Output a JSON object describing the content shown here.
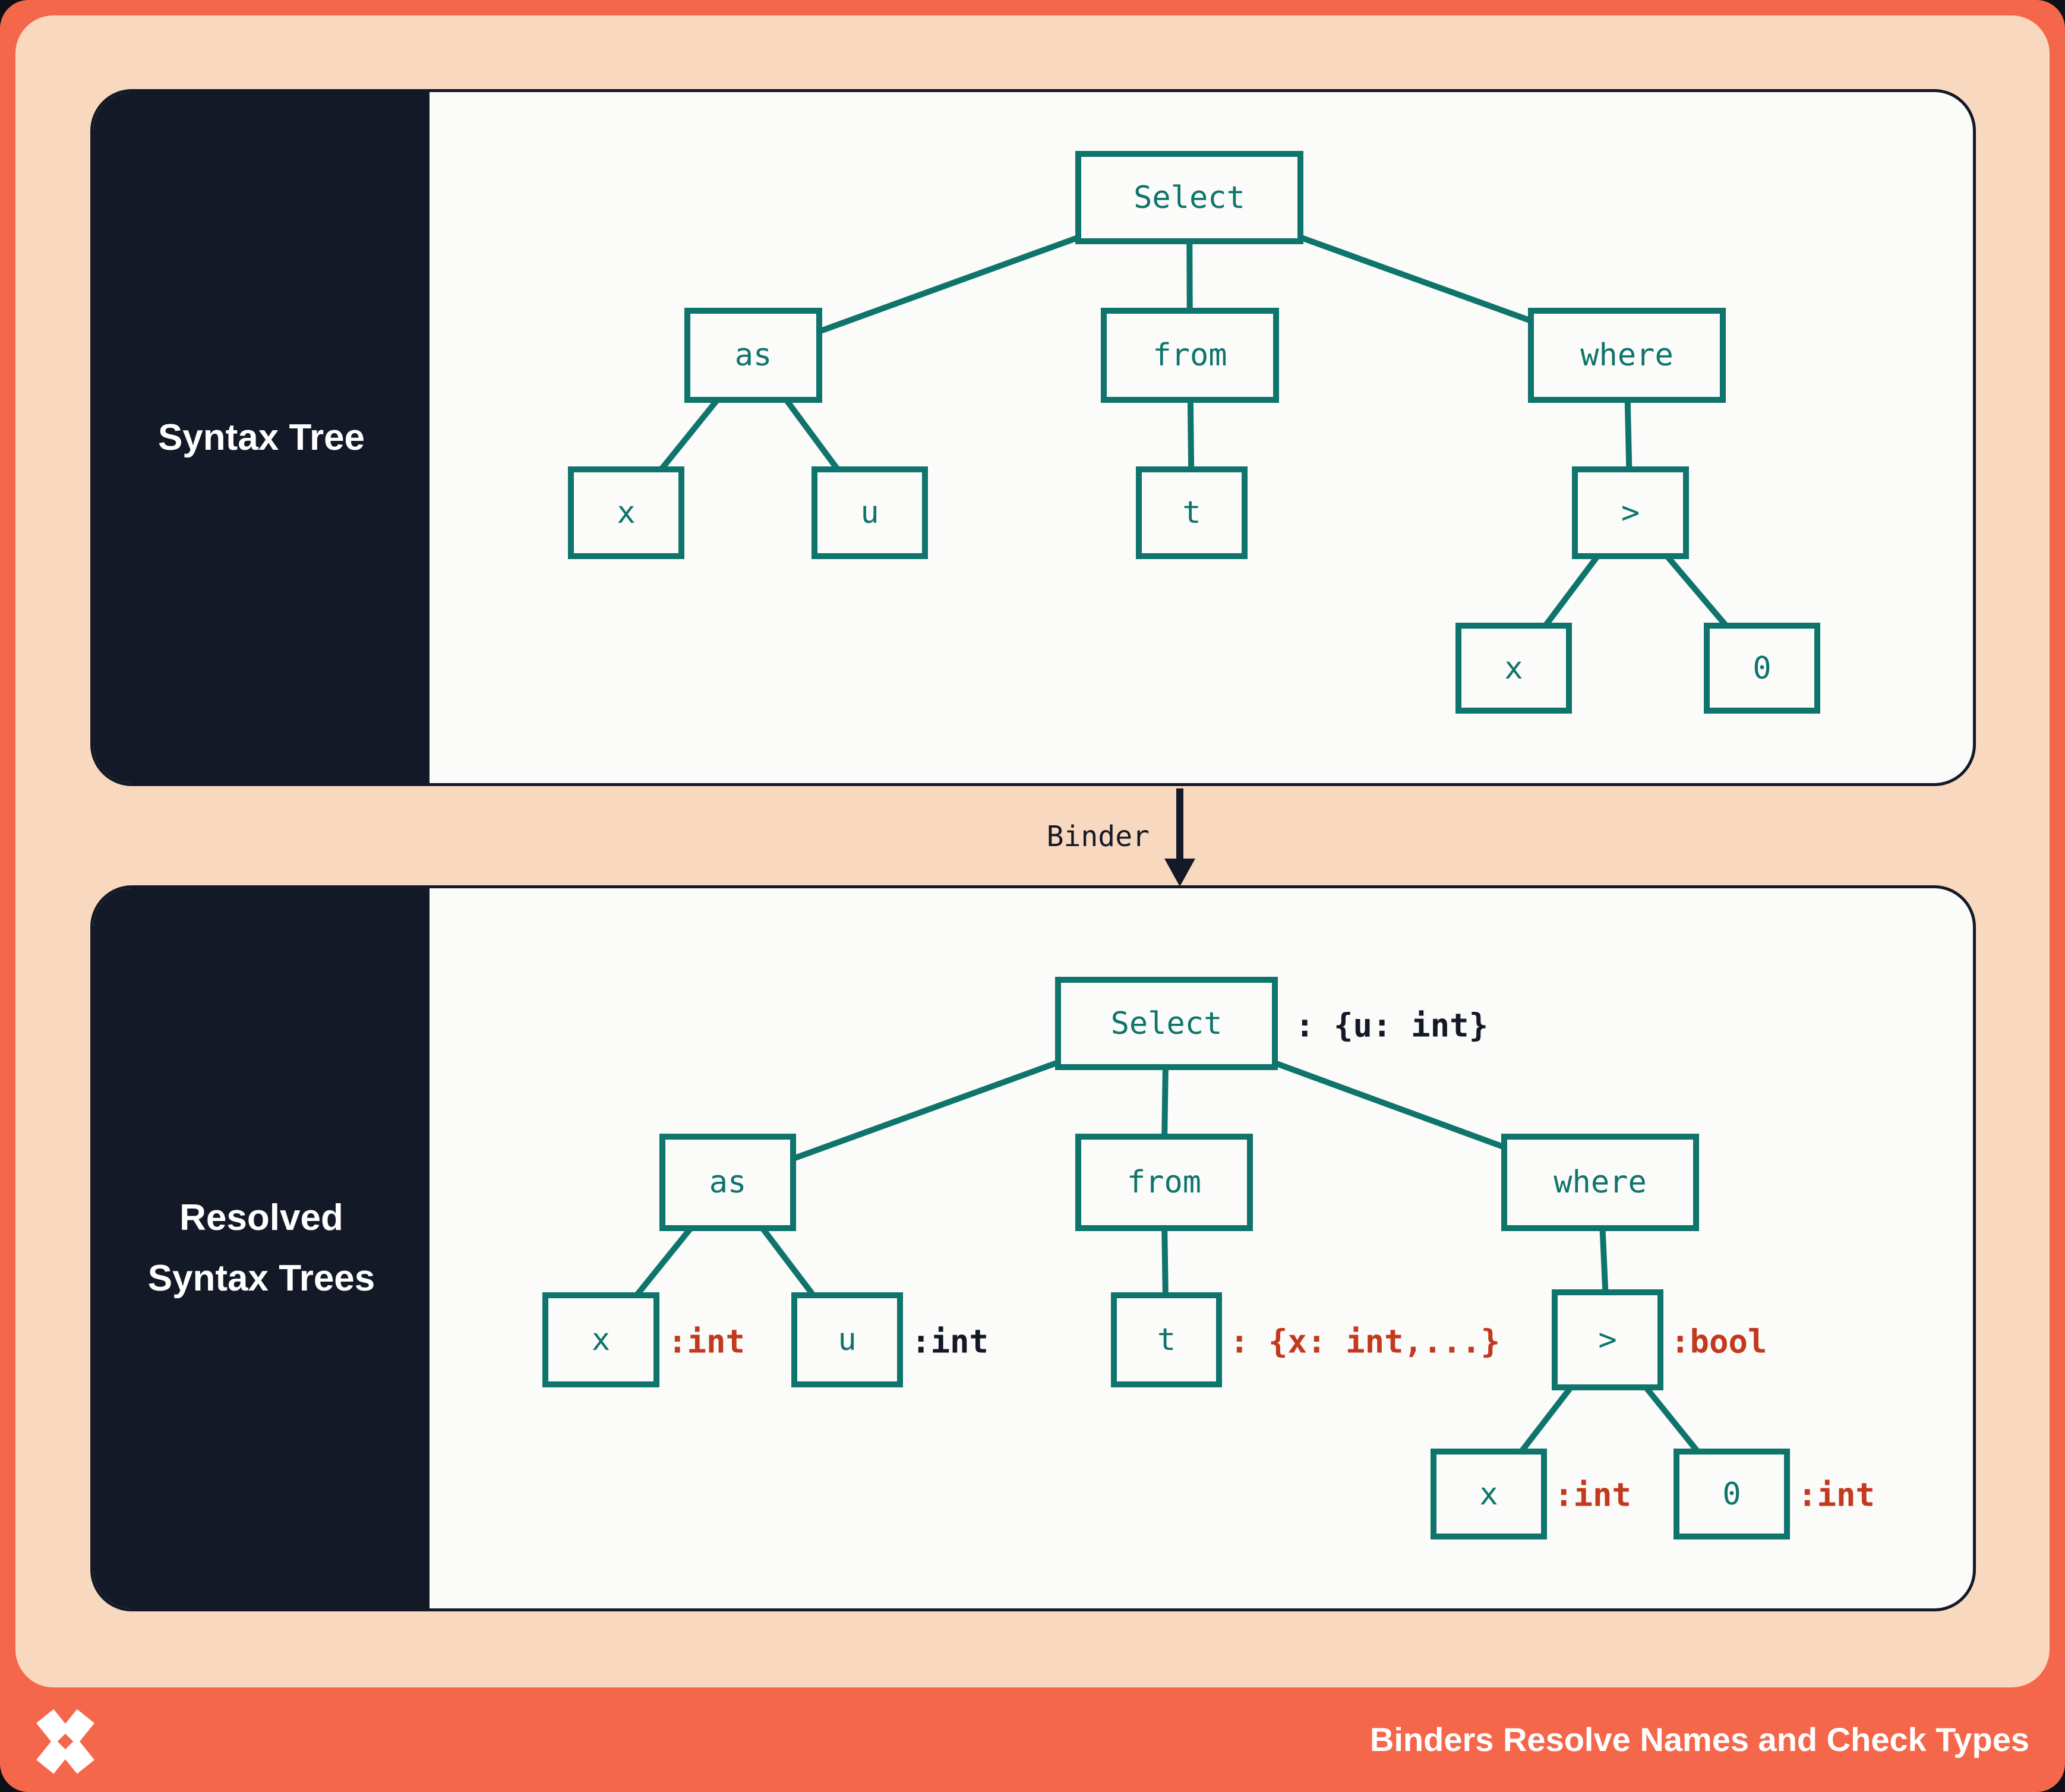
{
  "panels": {
    "syntax": {
      "label": "Syntax Tree"
    },
    "resolved": {
      "label_line1": "Resolved",
      "label_line2": "Syntax Trees"
    }
  },
  "binder": {
    "label": "Binder"
  },
  "footer": {
    "title": "Binders Resolve Names and Check Types",
    "logo": "x-star-logo"
  },
  "colors": {
    "orange": "#F5674B",
    "peach": "#F8D9BF",
    "navy": "#141927",
    "panel_bg": "#FBFBFA",
    "teal": "#0E746C",
    "red": "#C2391D",
    "white": "#FFFFFF"
  },
  "tree_top": {
    "select": "Select",
    "as": "as",
    "from": "from",
    "where": "where",
    "x1": "x",
    "u": "u",
    "t": "t",
    "gt": ">",
    "x2": "x",
    "zero": "0"
  },
  "tree_resolved": {
    "select": "Select",
    "select_type": ": {u: int}",
    "as": "as",
    "from": "from",
    "where": "where",
    "x1": "x",
    "x1_type": ":int",
    "u": "u",
    "u_type": ":int",
    "t": "t",
    "t_type": ": {x: int,...}",
    "gt": ">",
    "gt_type": ":bool",
    "x2": "x",
    "x2_type": ":int",
    "zero": "0",
    "zero_type": ":int"
  }
}
